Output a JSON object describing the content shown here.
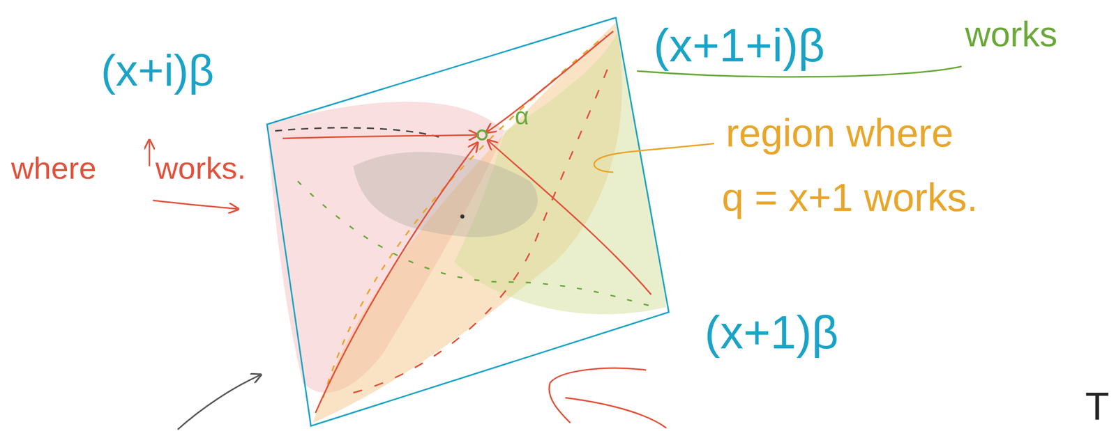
{
  "diagram": {
    "labels": [
      "(x+i)β",
      "where",
      "works.",
      "(x+1+i)β",
      "works",
      "region where",
      "q = x+1 works.",
      "α",
      "(x+1)β",
      "T"
    ]
  }
}
